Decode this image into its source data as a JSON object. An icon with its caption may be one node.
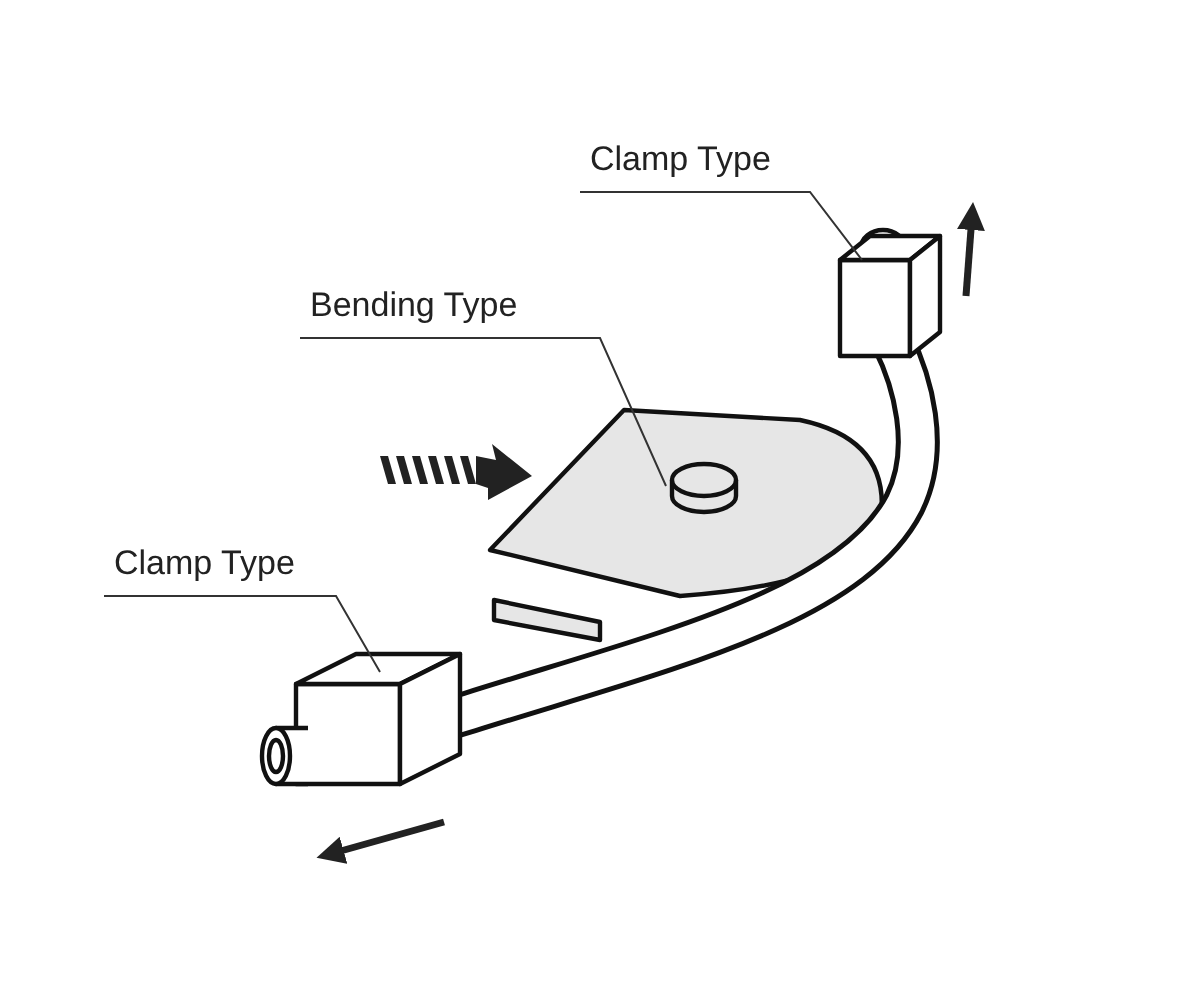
{
  "diagram": {
    "nodes": [
      {
        "text": [
          "Clamp Type"
        ]
      },
      {
        "text": [],
        "shape": "box"
      },
      {
        "text": [
          "Bending Type"
        ]
      },
      {
        "text": [],
        "shape": "plate"
      },
      {
        "text": [
          "Clamp Type"
        ]
      },
      {
        "text": [],
        "shape": "box"
      }
    ],
    "edges": [
      {
        "from": 0,
        "to": 1,
        "arrow": "none"
      },
      {
        "from": 2,
        "to": 3,
        "arrow": "none"
      },
      {
        "from": 4,
        "to": 5,
        "arrow": "none"
      }
    ]
  }
}
